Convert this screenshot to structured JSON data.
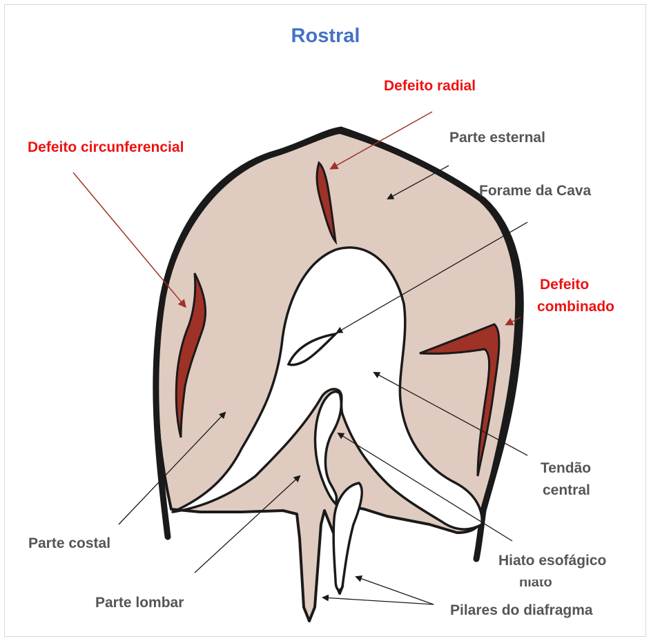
{
  "title": "Rostral",
  "labels": {
    "defeito_radial": "Defeito radial",
    "defeito_circunferencial": "Defeito circunferencial",
    "parte_esternal": "Parte esternal",
    "forame_da_cava": "Forame da Cava",
    "defeito_combinado_l1": "Defeito",
    "defeito_combinado_l2": "combinado",
    "tendao_central_l1": "Tendão",
    "tendao_central_l2": "central",
    "parte_costal": "Parte costal",
    "hiato_esofagico": "Hiato esofágico",
    "parte_lombar": "Parte lombar",
    "pilares_do_diafragma": "Pilares do diafragma",
    "covered_text": "hiato"
  },
  "colors": {
    "title": "#4472c4",
    "defect_label": "#ee1111",
    "label": "#555555",
    "muscle_fill": "#e0cbc0",
    "defect_fill": "#9e3227",
    "outline": "#1a1a1a"
  }
}
